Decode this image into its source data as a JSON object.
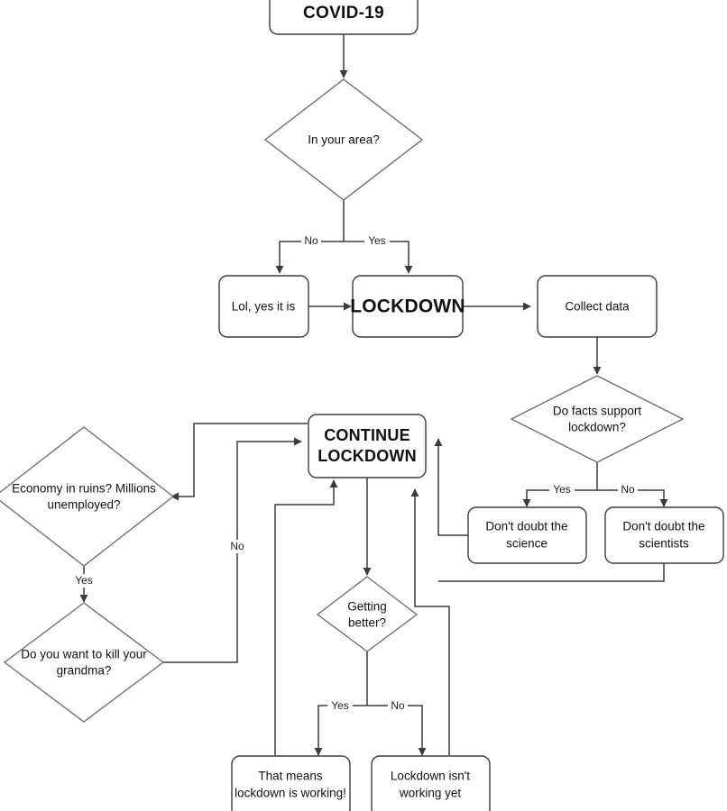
{
  "diagram": {
    "title": "COVID-19 lockdown logic flowchart",
    "type": "flowchart",
    "background_color": "#ffffff",
    "line_color": "#3c3c3c",
    "diamond_line_color": "#6a6a6a",
    "text_color": "#111111"
  },
  "nodes": {
    "covid": {
      "label": "COVID-19",
      "shape": "rounded-rect"
    },
    "in_your_area": {
      "label": "In your area?",
      "shape": "diamond"
    },
    "lol_yes": {
      "label": "Lol, yes it is",
      "shape": "rounded-rect"
    },
    "lockdown": {
      "label": "LOCKDOWN",
      "shape": "rounded-rect"
    },
    "collect_data": {
      "label": "Collect data",
      "shape": "rounded-rect"
    },
    "facts_support": {
      "line1": "Do facts support",
      "line2": "lockdown?",
      "shape": "diamond"
    },
    "doubt_science": {
      "line1": "Don't doubt the",
      "line2": "science",
      "shape": "rounded-rect"
    },
    "doubt_scientists": {
      "line1": "Don't doubt the",
      "line2": "scientists",
      "shape": "rounded-rect"
    },
    "continue_lockdown": {
      "line1": "CONTINUE",
      "line2": "LOCKDOWN",
      "shape": "rounded-rect"
    },
    "economy_ruins": {
      "line1": "Economy in ruins? Millions",
      "line2": "unemployed?",
      "shape": "diamond"
    },
    "kill_grandma": {
      "line1": "Do you want to kill your",
      "line2": "grandma?",
      "shape": "diamond"
    },
    "getting_better": {
      "line1": "Getting",
      "line2": "better?",
      "shape": "diamond"
    },
    "that_means_working": {
      "line1": "That means",
      "line2": "lockdown is working!",
      "shape": "rounded-rect"
    },
    "not_working_yet": {
      "line1": "Lockdown isn't",
      "line2": "working yet",
      "shape": "rounded-rect"
    }
  },
  "edge_labels": {
    "area_no": "No",
    "area_yes": "Yes",
    "facts_yes": "Yes",
    "facts_no": "No",
    "economy_yes": "Yes",
    "grandma_no": "No",
    "better_yes": "Yes",
    "better_no": "No"
  }
}
